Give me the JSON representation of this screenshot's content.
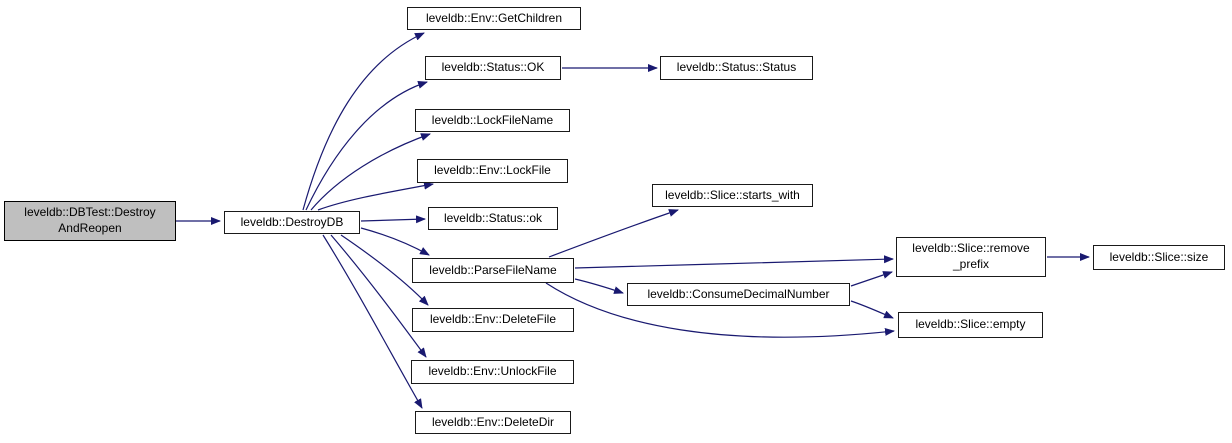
{
  "diagram": {
    "type": "call-graph",
    "style": "doxygen",
    "colors": {
      "background": "#ffffff",
      "edge": "#191970",
      "node_border": "#1a1a1a",
      "node_fill": "#ffffff",
      "root_node_fill": "#bfbfbf",
      "text": "#000000"
    }
  },
  "nodes": [
    {
      "id": "dbtest-destroy-and-reopen",
      "label": "leveldb::DBTest::Destroy\nAndReopen",
      "highlighted": true
    },
    {
      "id": "destroy-db",
      "label": "leveldb::DestroyDB"
    },
    {
      "id": "env-get-children",
      "label": "leveldb::Env::GetChildren"
    },
    {
      "id": "status-ok-upper",
      "label": "leveldb::Status::OK"
    },
    {
      "id": "status-status",
      "label": "leveldb::Status::Status"
    },
    {
      "id": "lock-file-name",
      "label": "leveldb::LockFileName"
    },
    {
      "id": "env-lock-file",
      "label": "leveldb::Env::LockFile"
    },
    {
      "id": "status-ok-lower",
      "label": "leveldb::Status::ok"
    },
    {
      "id": "slice-starts-with",
      "label": "leveldb::Slice::starts_with"
    },
    {
      "id": "parse-file-name",
      "label": "leveldb::ParseFileName"
    },
    {
      "id": "consume-decimal-number",
      "label": "leveldb::ConsumeDecimalNumber"
    },
    {
      "id": "env-delete-file",
      "label": "leveldb::Env::DeleteFile"
    },
    {
      "id": "env-unlock-file",
      "label": "leveldb::Env::UnlockFile"
    },
    {
      "id": "env-delete-dir",
      "label": "leveldb::Env::DeleteDir"
    },
    {
      "id": "slice-remove-prefix",
      "label": "leveldb::Slice::remove\n_prefix"
    },
    {
      "id": "slice-empty",
      "label": "leveldb::Slice::empty"
    },
    {
      "id": "slice-size",
      "label": "leveldb::Slice::size"
    }
  ],
  "edges": [
    {
      "from": "dbtest-destroy-and-reopen",
      "to": "destroy-db"
    },
    {
      "from": "destroy-db",
      "to": "env-get-children"
    },
    {
      "from": "destroy-db",
      "to": "status-ok-upper"
    },
    {
      "from": "destroy-db",
      "to": "lock-file-name"
    },
    {
      "from": "destroy-db",
      "to": "env-lock-file"
    },
    {
      "from": "destroy-db",
      "to": "status-ok-lower"
    },
    {
      "from": "destroy-db",
      "to": "parse-file-name"
    },
    {
      "from": "destroy-db",
      "to": "env-delete-file"
    },
    {
      "from": "destroy-db",
      "to": "env-unlock-file"
    },
    {
      "from": "destroy-db",
      "to": "env-delete-dir"
    },
    {
      "from": "status-ok-upper",
      "to": "status-status"
    },
    {
      "from": "parse-file-name",
      "to": "slice-starts-with"
    },
    {
      "from": "parse-file-name",
      "to": "slice-remove-prefix"
    },
    {
      "from": "parse-file-name",
      "to": "consume-decimal-number"
    },
    {
      "from": "parse-file-name",
      "to": "slice-empty"
    },
    {
      "from": "consume-decimal-number",
      "to": "slice-remove-prefix"
    },
    {
      "from": "consume-decimal-number",
      "to": "slice-empty"
    },
    {
      "from": "slice-remove-prefix",
      "to": "slice-size"
    }
  ]
}
